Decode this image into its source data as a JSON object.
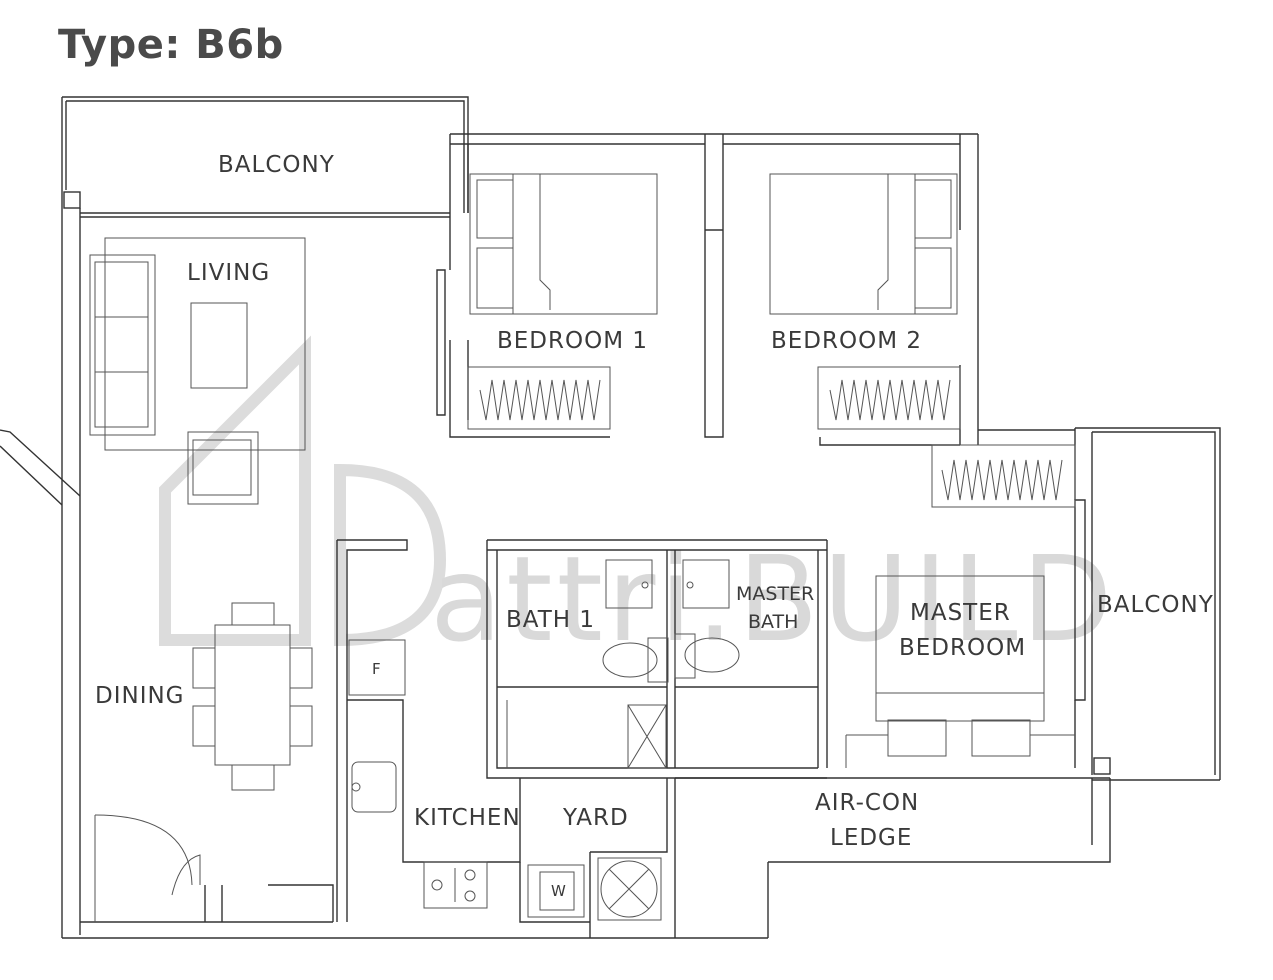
{
  "title": "Type: B6b",
  "watermark": {
    "text": "attri.BUILD",
    "color": "#d9d9d9"
  },
  "rooms": {
    "balcony_top": "BALCONY",
    "living": "LIVING",
    "bedroom1": "BEDROOM 1",
    "bedroom2": "BEDROOM 2",
    "bath1": "BATH 1",
    "master_bath_1": "MASTER",
    "master_bath_2": "BATH",
    "master_bedroom_1": "MASTER",
    "master_bedroom_2": "BEDROOM",
    "balcony_right": "BALCONY",
    "dining": "DINING",
    "kitchen": "KITCHEN",
    "yard": "YARD",
    "aircon_1": "AIR-CON",
    "aircon_2": "LEDGE"
  },
  "fixtures": {
    "fridge": "F",
    "washer": "W"
  },
  "colors": {
    "line": "#333333",
    "title": "#4a4a4a"
  }
}
